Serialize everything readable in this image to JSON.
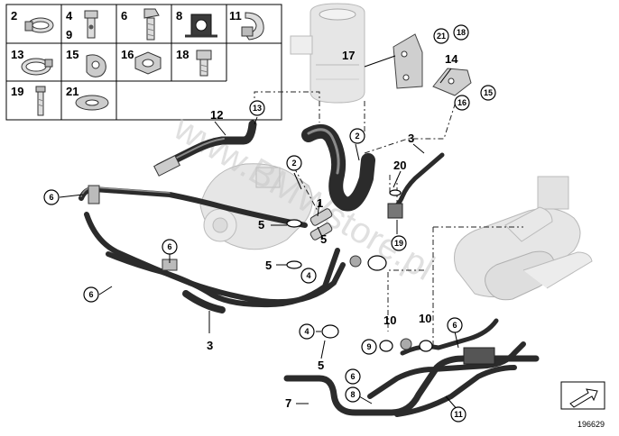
{
  "legend_cells": [
    {
      "num": "2",
      "icon": "hose-clamp-icon"
    },
    {
      "num": "4",
      "num2": "9",
      "icon": "hollow-bolt-icon"
    },
    {
      "num": "6",
      "icon": "hex-bolt-icon"
    },
    {
      "num": "8",
      "icon": "rubber-grommet-icon"
    },
    {
      "num": "11",
      "icon": "clip-icon"
    },
    {
      "num": "13",
      "icon": "band-clamp-icon"
    },
    {
      "num": "15",
      "icon": "spring-clip-icon"
    },
    {
      "num": "16",
      "icon": "hex-nut-icon"
    },
    {
      "num": "18",
      "icon": "socket-screw-icon"
    },
    {
      "num": "19",
      "icon": "stud-bolt-icon"
    },
    {
      "num": "21",
      "icon": "washer-icon"
    }
  ],
  "labels": {
    "l1": "1",
    "l3a": "3",
    "l3b": "3",
    "l5a": "5",
    "l5b": "5",
    "l5c": "5",
    "l5d": "5",
    "l7": "7",
    "l10a": "10",
    "l10b": "10",
    "l12": "12",
    "l14": "14",
    "l17": "17",
    "l20": "20"
  },
  "callouts": {
    "c2a": "2",
    "c2b": "2",
    "c4a": "4",
    "c4b": "4",
    "c6a": "6",
    "c6b": "6",
    "c6c": "6",
    "c6d": "6",
    "c6e": "6",
    "c8": "8",
    "c9": "9",
    "c11": "11",
    "c13": "13",
    "c15": "15",
    "c16": "16",
    "c18": "18",
    "c19": "19",
    "c21": "21"
  },
  "watermark": "www.BMWstore.pl",
  "diagram_number": "196629",
  "colors": {
    "hose": "#2b2b2b",
    "part_grey": "#e6e6e6",
    "outline": "#000000"
  }
}
